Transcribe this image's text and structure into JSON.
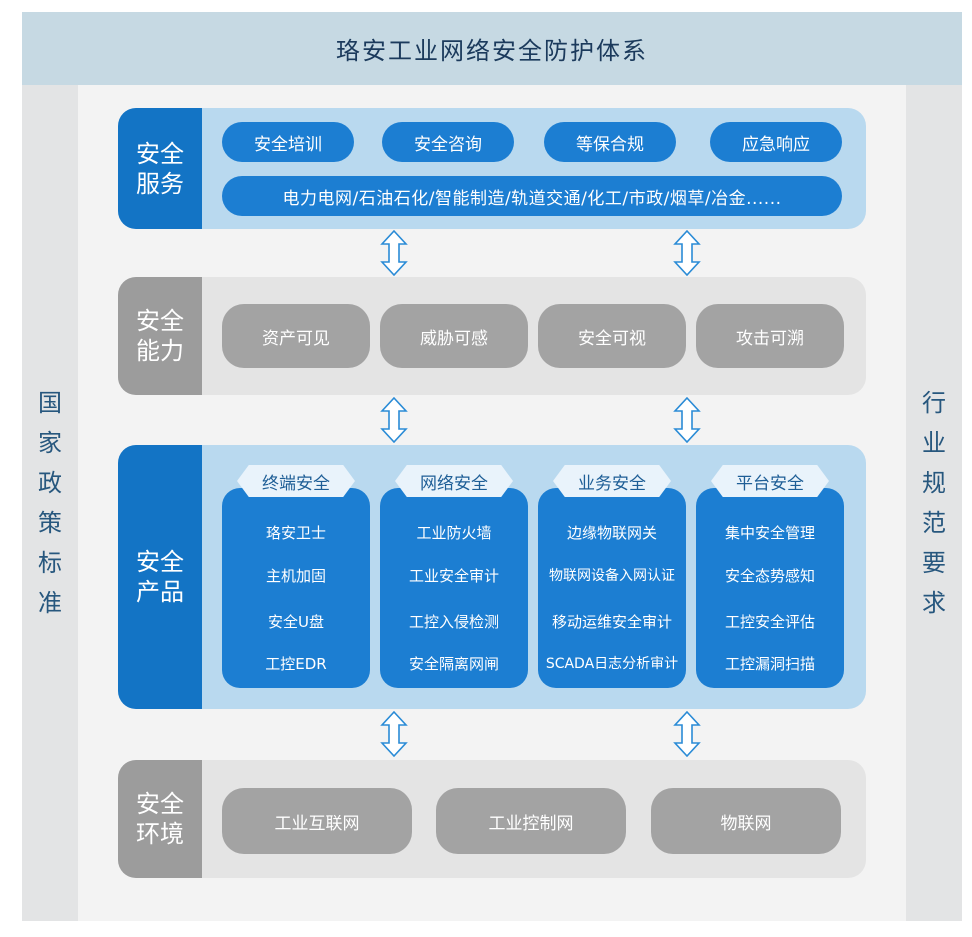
{
  "title": "珞安工业网络安全防护体系",
  "left_column": [
    "国",
    "家",
    "政",
    "策",
    "标",
    "准"
  ],
  "right_column": [
    "行",
    "业",
    "规",
    "范",
    "要",
    "求"
  ],
  "services": {
    "label_line1": "安全",
    "label_line2": "服务",
    "items": [
      "安全培训",
      "安全咨询",
      "等保合规",
      "应急响应"
    ],
    "industries": "电力电网/石油石化/智能制造/轨道交通/化工/市政/烟草/冶金......"
  },
  "capabilities": {
    "label_line1": "安全",
    "label_line2": "能力",
    "items": [
      "资产可见",
      "威胁可感",
      "安全可视",
      "攻击可溯"
    ]
  },
  "products": {
    "label_line1": "安全",
    "label_line2": "产品",
    "groups": [
      {
        "name": "终端安全",
        "items": [
          "珞安卫士",
          "主机加固",
          "安全U盘",
          "工控EDR"
        ]
      },
      {
        "name": "网络安全",
        "items": [
          "工业防火墙",
          "工业安全审计",
          "工控入侵检测",
          "安全隔离网闸"
        ]
      },
      {
        "name": "业务安全",
        "items": [
          "边缘物联网关",
          "物联网设备入网认证",
          "移动运维安全审计",
          "SCADA日志分析审计"
        ]
      },
      {
        "name": "平台安全",
        "items": [
          "集中安全管理",
          "安全态势感知",
          "工控安全评估",
          "工控漏洞扫描"
        ]
      }
    ]
  },
  "environment": {
    "label_line1": "安全",
    "label_line2": "环境",
    "items": [
      "工业互联网",
      "工业控制网",
      "物联网"
    ]
  },
  "colors": {
    "accent_blue": "#1c7ed2",
    "label_blue": "#1374c5",
    "light_blue": "#b9d9ef",
    "gray": "#a3a3a3",
    "title_bg": "#c6d9e3"
  }
}
